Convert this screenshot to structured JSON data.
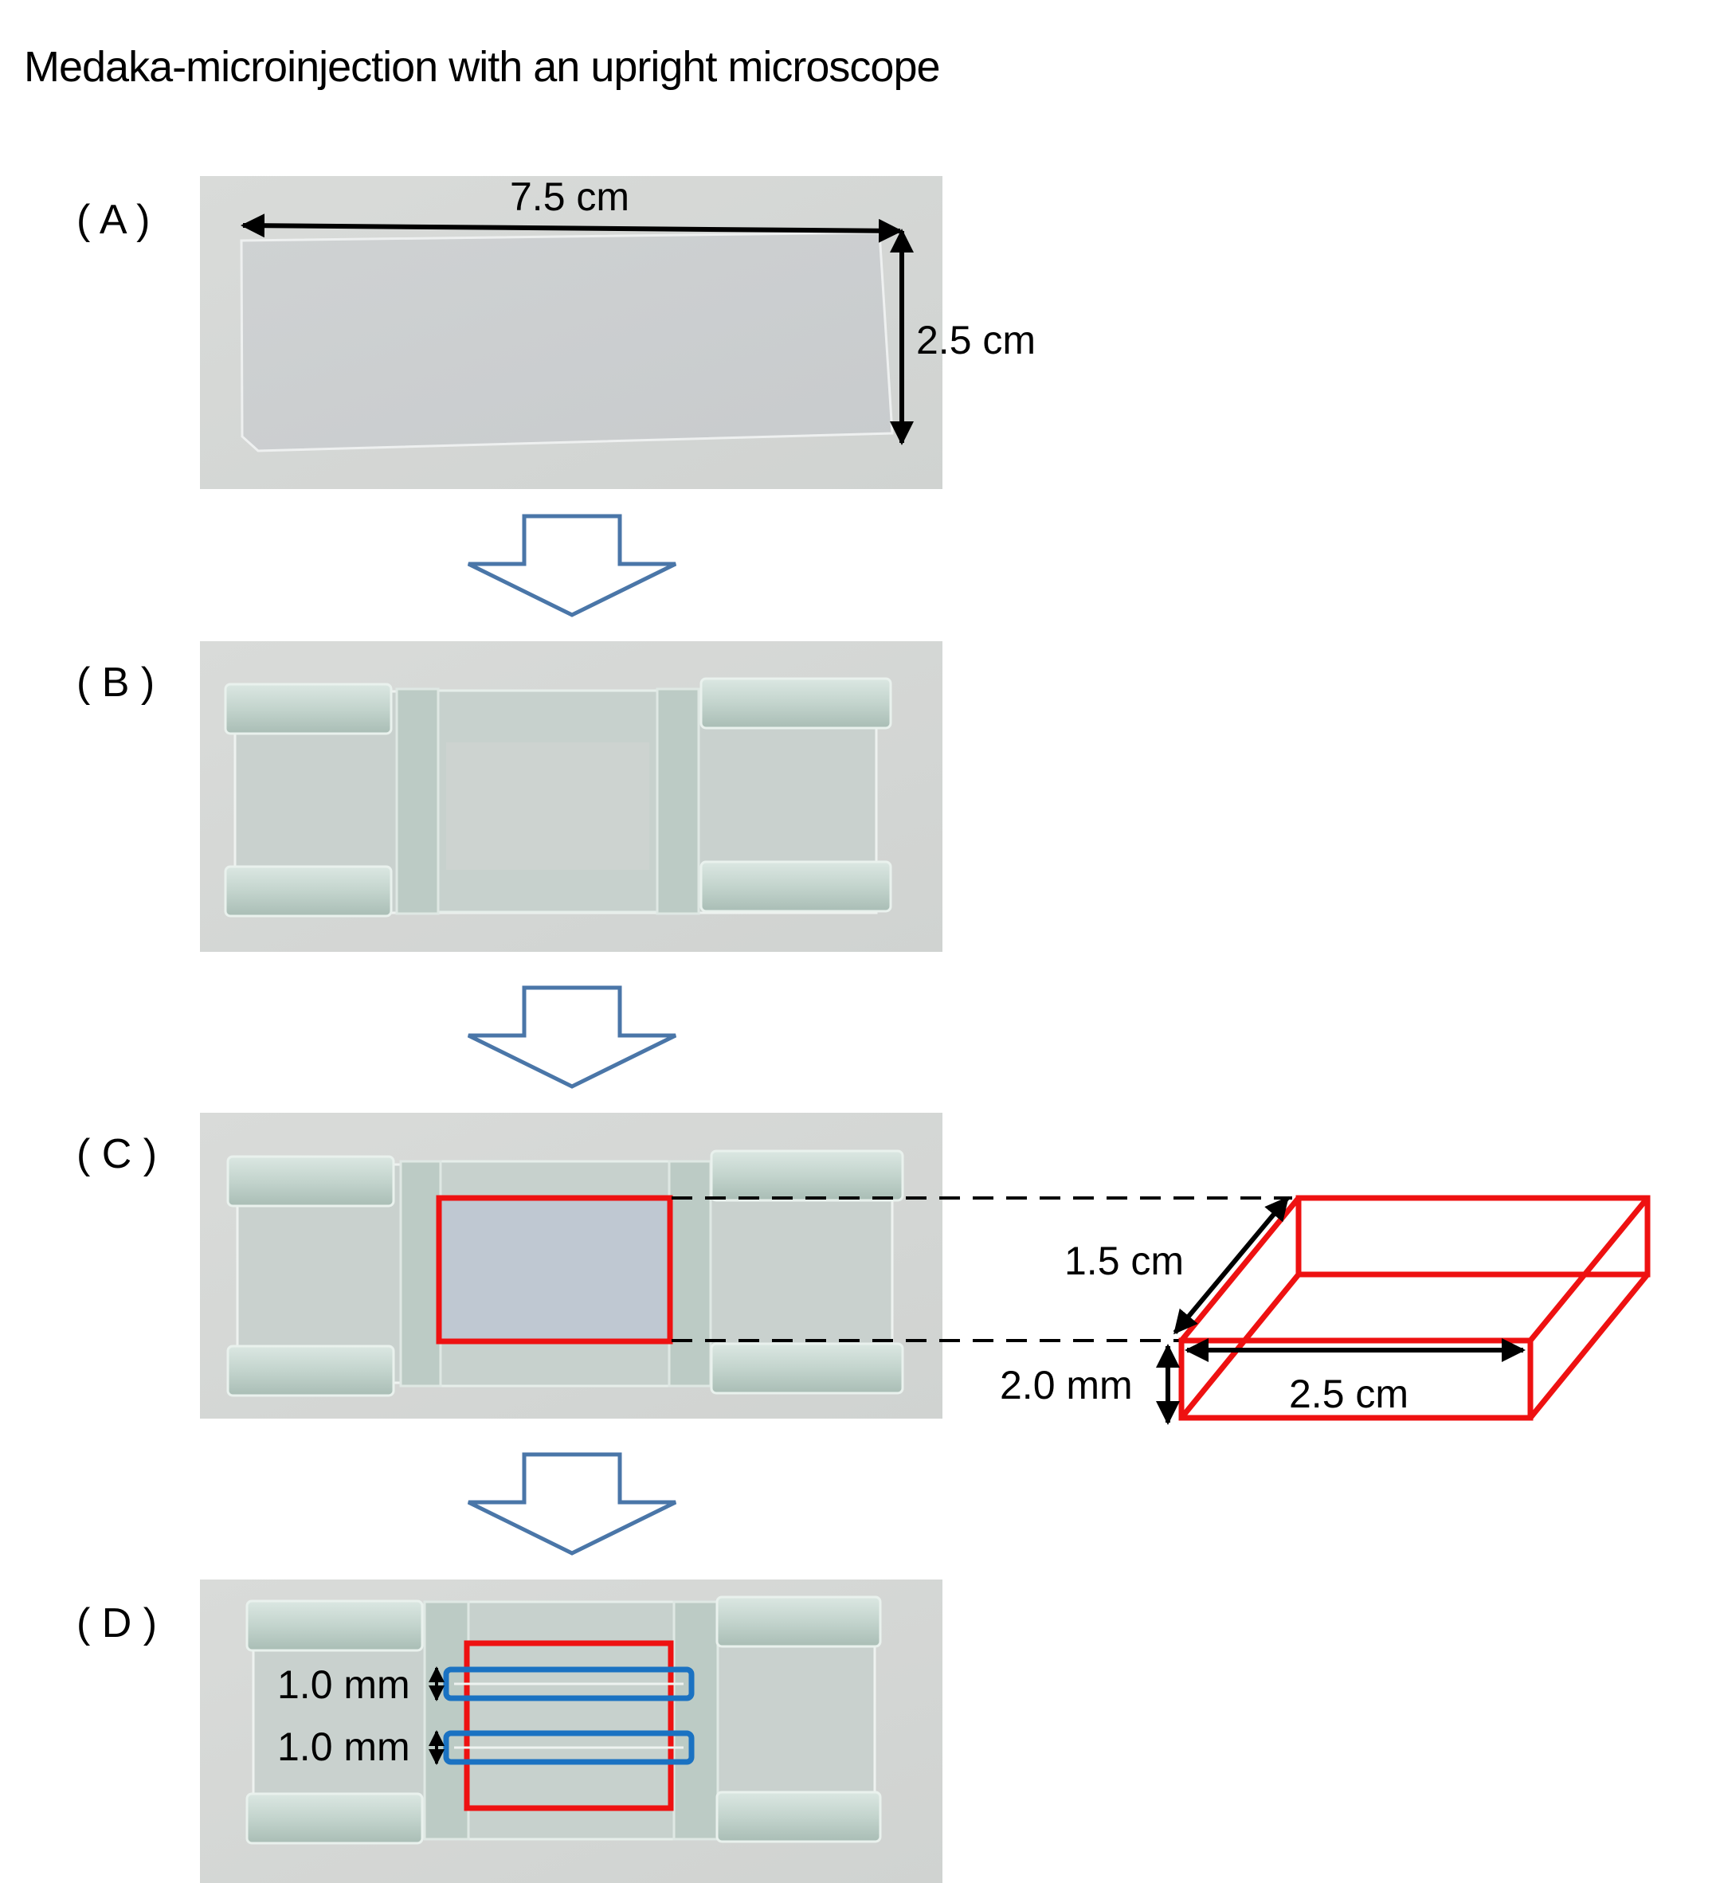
{
  "title": "Medaka-microinjection with an upright microscope",
  "panels": {
    "a": {
      "label": "( A )",
      "width_label": "7.5 cm",
      "height_label": "2.5 cm"
    },
    "b": {
      "label": "( B )"
    },
    "c": {
      "label": "( C )",
      "depth_label": "1.5 cm",
      "height_label": "2.0 mm",
      "width_label": "2.5 cm"
    },
    "d": {
      "label": "( D )",
      "groove_label_1": "1.0 mm",
      "groove_label_2": "1.0 mm"
    }
  },
  "colors": {
    "arrow_outline": "#4a76a8",
    "highlight": "#ee1111",
    "groove": "#1a72c2",
    "photo_bg": "#d7d9d6",
    "glass": "#c4d3cd",
    "glass_edge": "#aebdb6"
  }
}
